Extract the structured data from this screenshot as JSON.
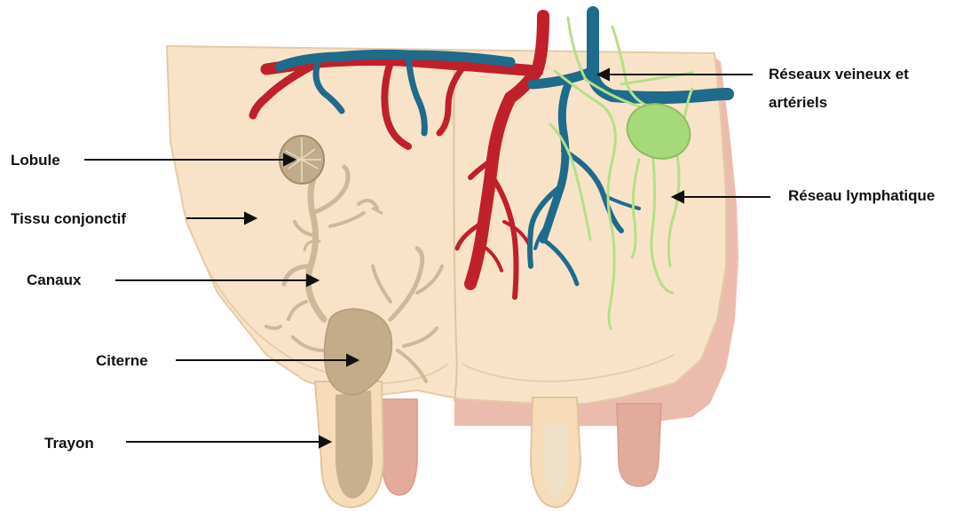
{
  "labels": {
    "lobule": "Lobule",
    "tissu": "Tissu conjonctif",
    "canaux": "Canaux",
    "citerne": "Citerne",
    "trayon": "Trayon",
    "reseaux": "Réseaux veineux et artériels",
    "lymph": "Réseau lymphatique"
  },
  "colors": {
    "tissue": "#f8e3c8",
    "tissue_edge": "#e7c9a6",
    "skin": "#ebbcae",
    "skin_dark": "#d69c8d",
    "artery": "#c0202a",
    "vein": "#1e6b8c",
    "lymph": "#b5df86",
    "lymph_node": "#a6d97a",
    "duct": "#cdb89a",
    "cistern": "#c4ac8a"
  }
}
